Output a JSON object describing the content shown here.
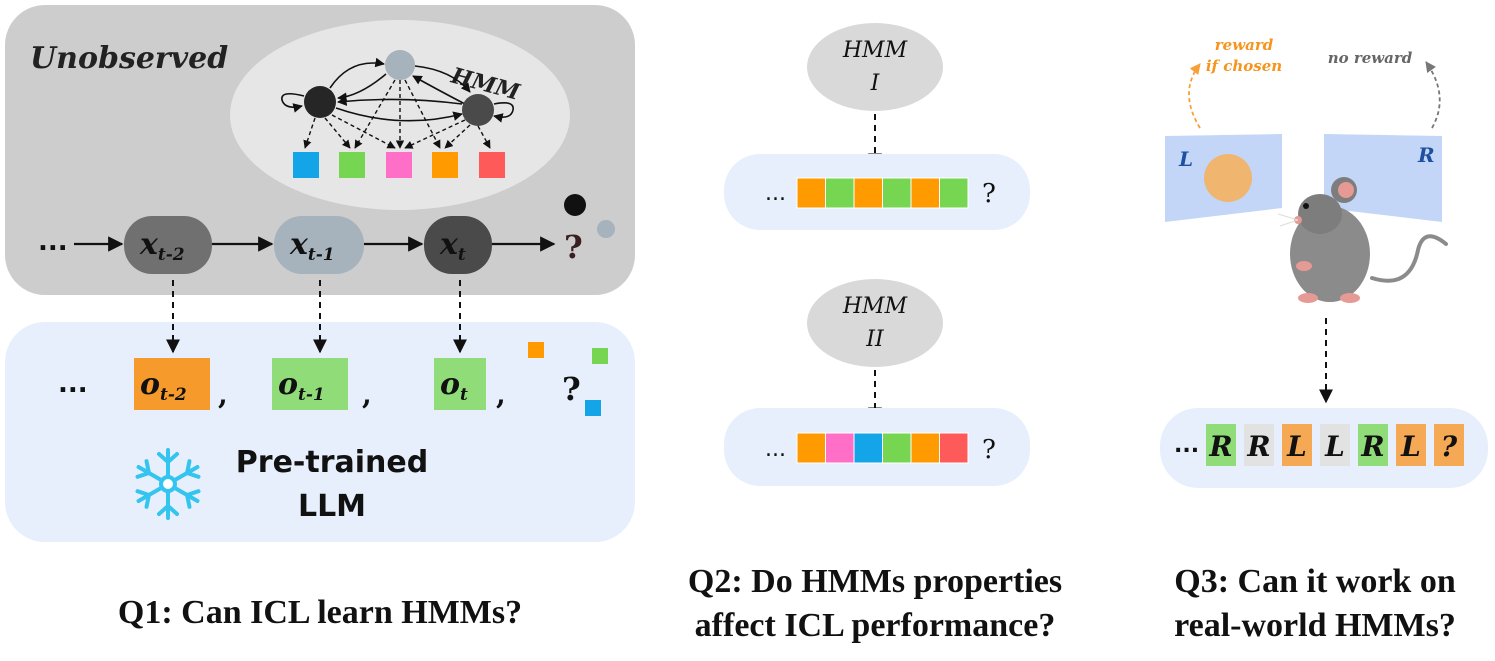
{
  "panel1": {
    "unobserved_label": "Unobserved",
    "hmm_label": "HMM",
    "chain_prefix": "...",
    "hidden_states": [
      {
        "base": "x",
        "sub": "t-2",
        "fill": "#707070"
      },
      {
        "base": "x",
        "sub": "t-1",
        "fill": "#a6b2bc"
      },
      {
        "base": "x",
        "sub": "t",
        "fill": "#4a4a4a"
      }
    ],
    "next_state": "?",
    "obs_prefix": "...",
    "observations": [
      {
        "base": "o",
        "sub": "t-2",
        "color": "#f79a2c"
      },
      {
        "base": "o",
        "sub": "t-1",
        "color": "#8fdc78"
      },
      {
        "base": "o",
        "sub": "t",
        "color": "#8fdc78"
      }
    ],
    "separator": ",",
    "next_obs": "?",
    "llm_line1": "Pre-trained",
    "llm_line2": "LLM",
    "emission_colors": [
      "#14a5e8",
      "#77d651",
      "#ff6ec7",
      "#ff9a00",
      "#ff5a5a"
    ],
    "snowflake_icon": "snowflake-icon"
  },
  "panel2": {
    "hmm1": {
      "line1": "HMM",
      "line2": "I"
    },
    "hmm2": {
      "line1": "HMM",
      "line2": "II"
    },
    "seq_prefix": "...",
    "seq_suffix": "?",
    "seq1_colors": [
      "#ff9a00",
      "#77d651",
      "#ff9a00",
      "#77d651",
      "#ff9a00",
      "#77d651"
    ],
    "seq2_colors": [
      "#ff9a00",
      "#ff6ec7",
      "#14a5e8",
      "#77d651",
      "#ff9a00",
      "#ff5a5a"
    ]
  },
  "panel3": {
    "reward_label_line1": "reward",
    "reward_label_line2": "if chosen",
    "no_reward_label": "no reward",
    "left_screen": "L",
    "right_screen": "R",
    "mouse_icon": "mouse-icon",
    "seq_prefix": "...",
    "sequence": [
      {
        "letter": "R",
        "color": "#8fdc78"
      },
      {
        "letter": "R",
        "color": "#e2e2e2"
      },
      {
        "letter": "L",
        "color": "#f6a955"
      },
      {
        "letter": "L",
        "color": "#e2e2e2"
      },
      {
        "letter": "R",
        "color": "#8fdc78"
      },
      {
        "letter": "L",
        "color": "#f6a955"
      },
      {
        "letter": "?",
        "color": "#f6a955"
      }
    ]
  },
  "captions": {
    "q1": "Q1: Can ICL learn HMMs?",
    "q2_line1": "Q2: Do HMMs properties",
    "q2_line2": "affect ICL performance?",
    "q3_line1": "Q3: Can it work on",
    "q3_line2": "real-world HMMs?"
  }
}
